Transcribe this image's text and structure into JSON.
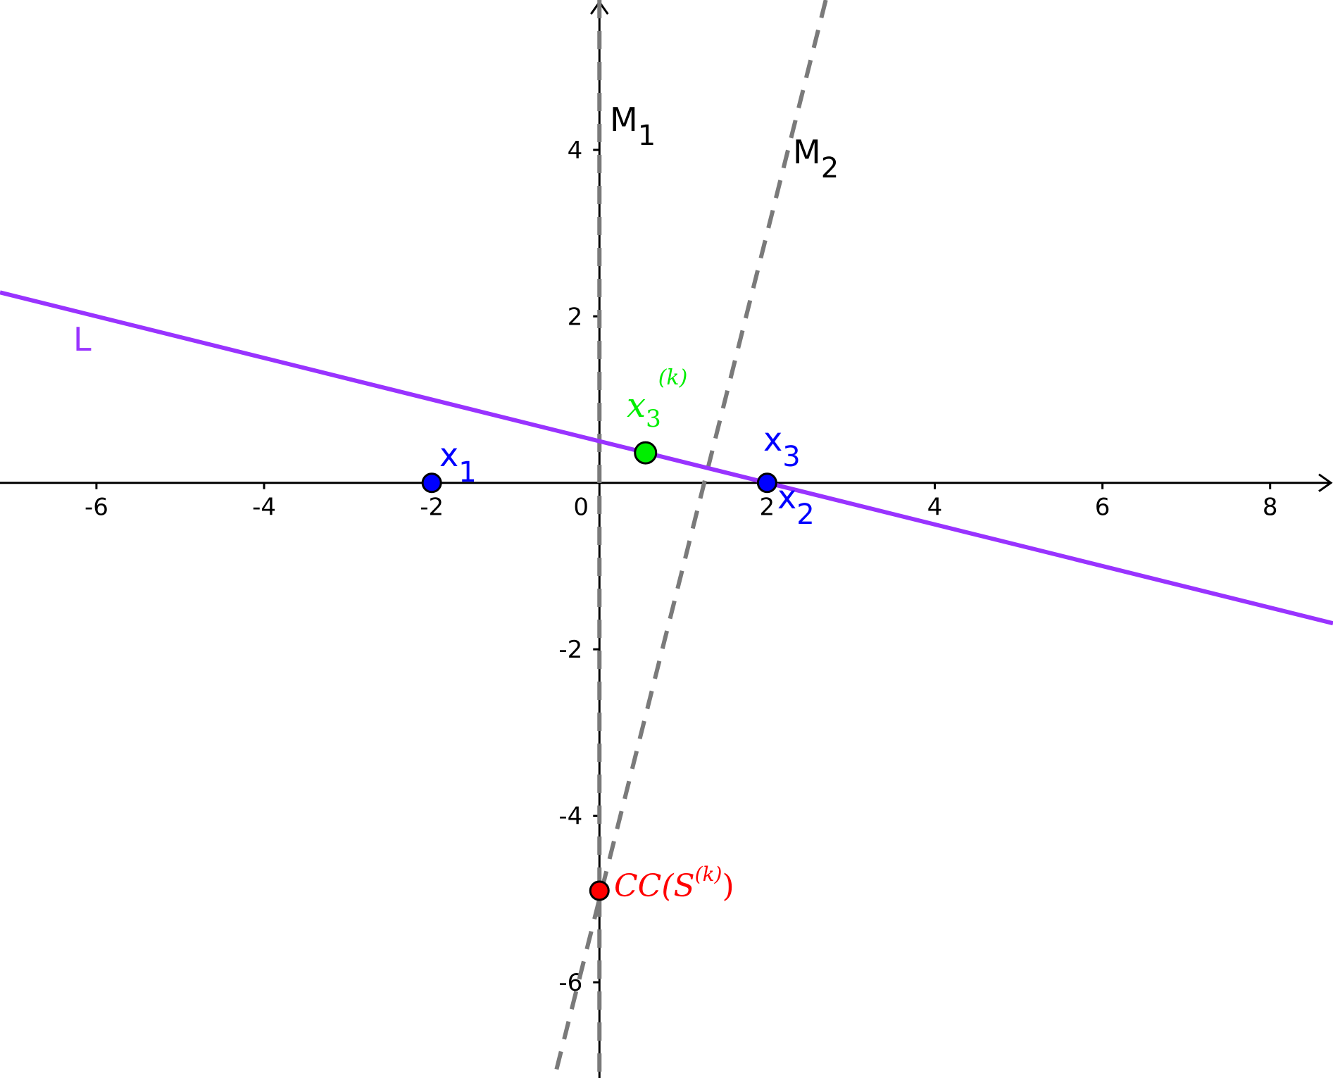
{
  "axes": {
    "x_ticks": [
      {
        "value": -6,
        "label": "-6"
      },
      {
        "value": -4,
        "label": "-4"
      },
      {
        "value": -2,
        "label": "-2"
      },
      {
        "value": 0,
        "label": "0"
      },
      {
        "value": 2,
        "label": "2"
      },
      {
        "value": 4,
        "label": "4"
      },
      {
        "value": 6,
        "label": "6"
      },
      {
        "value": 8,
        "label": "8"
      }
    ],
    "y_ticks": [
      {
        "value": 4,
        "label": "4"
      },
      {
        "value": 2,
        "label": "2"
      },
      {
        "value": -2,
        "label": "-2"
      },
      {
        "value": -4,
        "label": "-4"
      },
      {
        "value": -6,
        "label": "-6"
      }
    ],
    "x_range": [
      -7.15,
      8.75
    ],
    "y_range": [
      -7.15,
      5.8
    ]
  },
  "lines": {
    "L": {
      "label": "L",
      "color": "#9933ff",
      "slope": -0.25,
      "intercept": 0.5
    },
    "M1": {
      "label": "M",
      "subscript": "1",
      "color": "#7a7a7a",
      "x": 0
    },
    "M2": {
      "label": "M",
      "subscript": "2",
      "color": "#7a7a7a",
      "slope": 4,
      "intercept": -5
    }
  },
  "points": {
    "x1": {
      "label": "x",
      "subscript": "1",
      "x": -2,
      "y": 0,
      "color": "#0000ff"
    },
    "x2": {
      "label": "x",
      "subscript": "2",
      "x": 2,
      "y": 0,
      "color": "#0000ff"
    },
    "x3": {
      "label": "x",
      "subscript": "3",
      "color": "#0000ff"
    },
    "x3k": {
      "base": "x",
      "subscript": "3",
      "superscript": "(k)",
      "x": 0.55,
      "y": 0.36,
      "color": "#00ee00"
    },
    "cc": {
      "prefix": "CC(S",
      "superscript": "(k)",
      "suffix": ")",
      "x": 0,
      "y": -4.9,
      "color": "#ff0000"
    }
  }
}
